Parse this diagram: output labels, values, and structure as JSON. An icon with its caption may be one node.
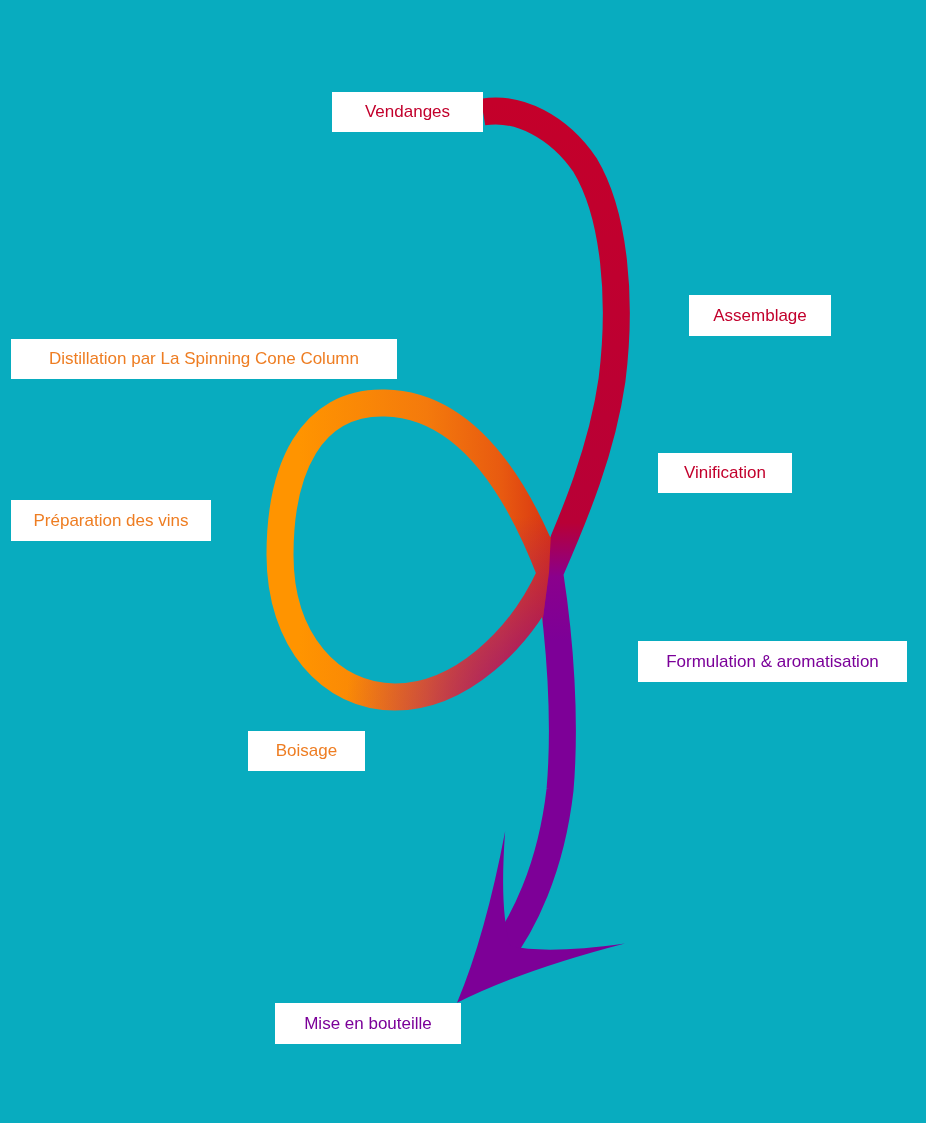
{
  "diagram": {
    "nodes": [
      {
        "text": [
          "Vendanges"
        ]
      },
      {
        "text": [
          "Assemblage"
        ]
      },
      {
        "text": [
          "Vinification"
        ]
      },
      {
        "text": [
          "Distillation par La Spinning Cone Column"
        ]
      },
      {
        "text": [
          "Préparation des vins"
        ]
      },
      {
        "text": [
          "Boisage"
        ]
      },
      {
        "text": [
          "Formulation & aromatisation"
        ]
      },
      {
        "text": [
          "Mise en bouteille"
        ]
      }
    ],
    "edges": [
      {
        "from": 0,
        "to": 7,
        "arrow": "to"
      }
    ]
  }
}
